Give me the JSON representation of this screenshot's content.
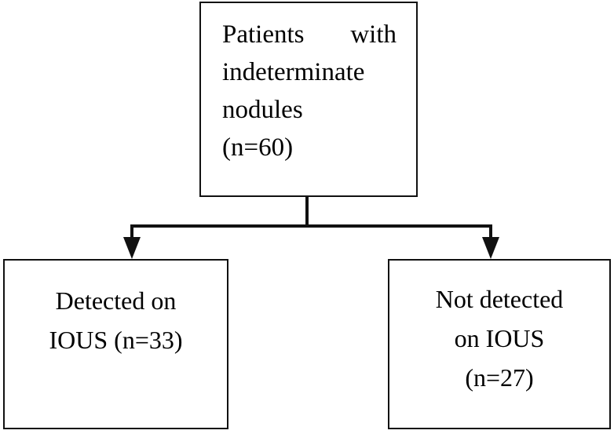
{
  "diagram": {
    "type": "flowchart",
    "orientation": "top-down",
    "theme": {
      "background": "#ffffff",
      "stroke": "#111111",
      "text": "#000000"
    },
    "root": {
      "id": "patients-with-indeterminate-nodules",
      "lines": [
        "Patients with",
        "indeterminate",
        "nodules",
        "(n=60)"
      ],
      "line1": "Patients with",
      "line2": "indeterminate",
      "line3": "nodules",
      "line4": "(n=60)",
      "count_label": "(n=60)",
      "count": 60
    },
    "branches": [
      {
        "id": "detected-on-ious",
        "lines": [
          "Detected on",
          "IOUS (n=33)"
        ],
        "line1": "Detected on",
        "line2": "IOUS (n=33)",
        "count_label": "(n=33)",
        "count": 33
      },
      {
        "id": "not-detected-on-ious",
        "lines": [
          "Not detected",
          "on IOUS",
          "(n=27)"
        ],
        "line1": "Not detected",
        "line2": "on IOUS",
        "line3": "(n=27)",
        "count_label": "(n=27)",
        "count": 27
      }
    ],
    "connectors": [
      {
        "id": "root-to-split",
        "shape": "vertical-line"
      },
      {
        "id": "split-bar",
        "shape": "horizontal-line"
      },
      {
        "id": "split-to-left",
        "shape": "arrow-down",
        "icon": "arrow-down-icon"
      },
      {
        "id": "split-to-right",
        "shape": "arrow-down",
        "icon": "arrow-down-icon"
      }
    ]
  }
}
